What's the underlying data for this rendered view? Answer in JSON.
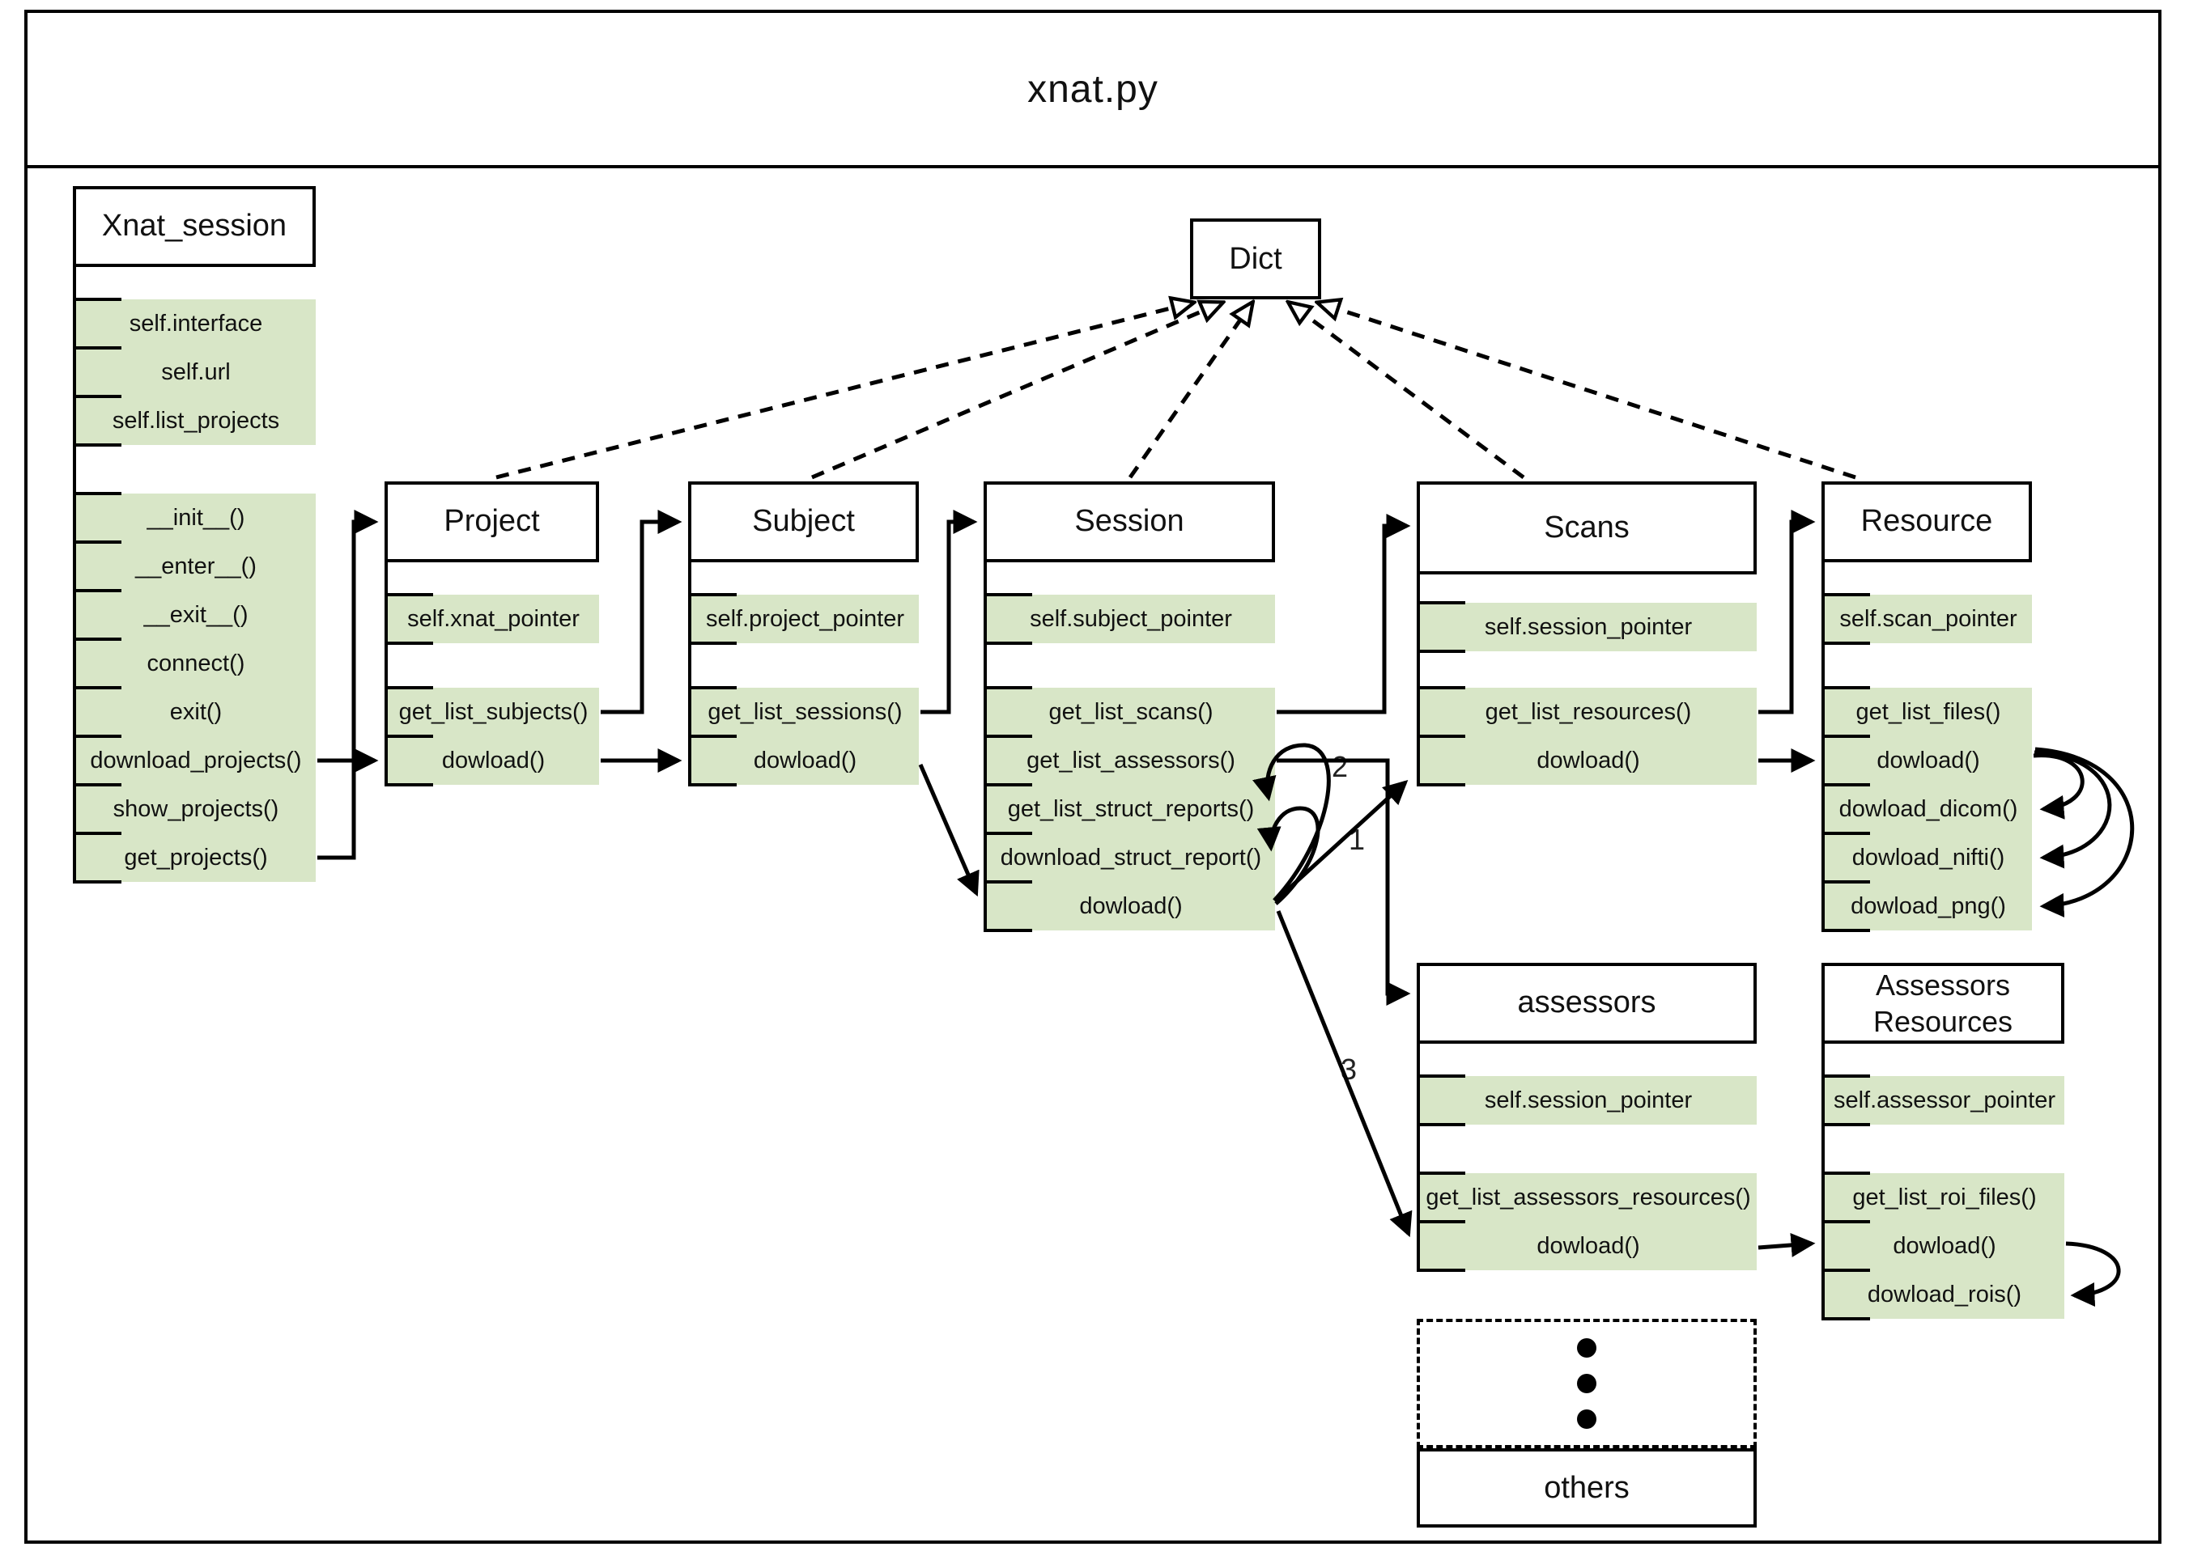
{
  "title": "xnat.py",
  "dict": {
    "label": "Dict"
  },
  "others": {
    "label": "others"
  },
  "arrow_labels": {
    "n1": "1",
    "n2": "2",
    "n3": "3"
  },
  "colors": {
    "row_green": "#d8e6c7",
    "line": "#000000",
    "background": "#ffffff"
  },
  "classes": [
    {
      "name": "Xnat_session",
      "attributes": [
        "self.interface",
        "self.url",
        "self.list_projects"
      ],
      "methods": [
        "__init__()",
        "__enter__()",
        "__exit__()",
        "connect()",
        "exit()",
        "download_projects()",
        "show_projects()",
        "get_projects()"
      ]
    },
    {
      "name": "Project",
      "attributes": [
        "self.xnat_pointer"
      ],
      "methods": [
        "get_list_subjects()",
        "dowload()"
      ]
    },
    {
      "name": "Subject",
      "attributes": [
        "self.project_pointer"
      ],
      "methods": [
        "get_list_sessions()",
        "dowload()"
      ]
    },
    {
      "name": "Session",
      "attributes": [
        "self.subject_pointer"
      ],
      "methods": [
        "get_list_scans()",
        "get_list_assessors()",
        "get_list_struct_reports()",
        "download_struct_report()",
        "dowload()"
      ]
    },
    {
      "name": "Scans",
      "attributes": [
        "self.session_pointer"
      ],
      "methods": [
        "get_list_resources()",
        "dowload()"
      ]
    },
    {
      "name": "Resource",
      "attributes": [
        "self.scan_pointer"
      ],
      "methods": [
        "get_list_files()",
        "dowload()",
        "dowload_dicom()",
        "dowload_nifti()",
        "dowload_png()"
      ]
    },
    {
      "name": "assessors",
      "attributes": [
        "self.session_pointer"
      ],
      "methods": [
        "get_list_assessors_resources()",
        "dowload()"
      ]
    },
    {
      "name": "Assessors Resources",
      "attributes": [
        "self.assessor_pointer"
      ],
      "methods": [
        "get_list_roi_files()",
        "dowload()",
        "dowload_rois()"
      ]
    }
  ]
}
